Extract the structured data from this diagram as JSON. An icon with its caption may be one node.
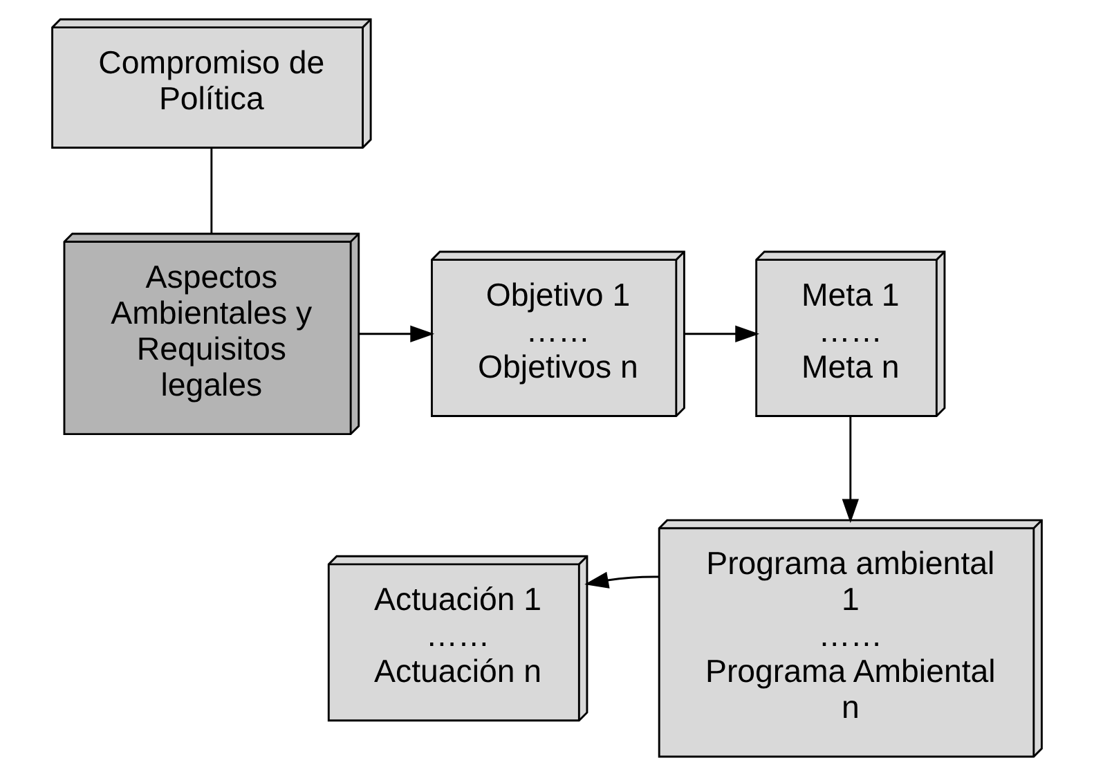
{
  "diagram": {
    "nodes": [
      {
        "text": [
          "Compromiso de Política"
        ]
      },
      {
        "text": [
          "Aspectos Ambientales y Requisitos legales"
        ]
      },
      {
        "text": [
          "Objetivo 1",
          "……",
          "Objetivos n"
        ]
      },
      {
        "text": [
          "Meta 1",
          "……",
          "Meta n"
        ]
      },
      {
        "text": [
          "Programa ambiental 1",
          "……",
          "Programa Ambiental n"
        ]
      },
      {
        "text": [
          "Actuación 1",
          "……",
          "Actuación n"
        ]
      }
    ],
    "edges": [
      {
        "from": 0,
        "to": 1,
        "arrow": "none"
      },
      {
        "from": 1,
        "to": 2,
        "arrow": "to"
      },
      {
        "from": 2,
        "to": 3,
        "arrow": "to"
      },
      {
        "from": 3,
        "to": 4,
        "arrow": "to"
      },
      {
        "from": 4,
        "to": 5,
        "arrow": "to"
      }
    ]
  }
}
